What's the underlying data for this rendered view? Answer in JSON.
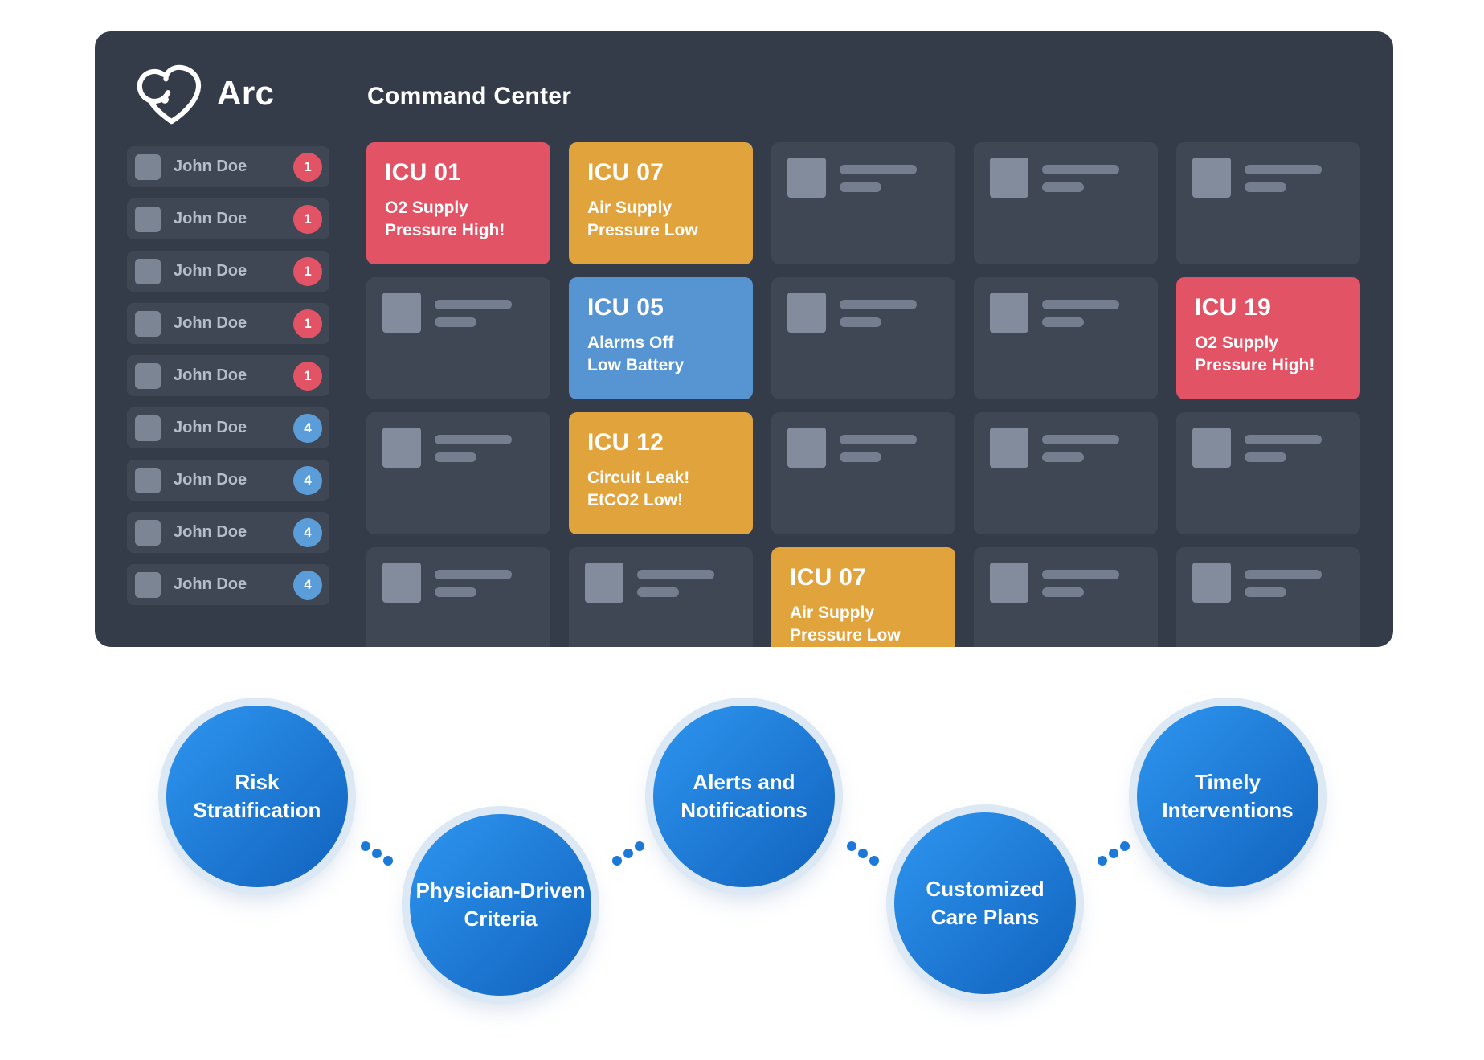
{
  "header": {
    "brand": "Arc",
    "title": "Command Center"
  },
  "sidebar": {
    "patients": [
      {
        "name": "John Doe",
        "count": "1",
        "severity": "red"
      },
      {
        "name": "John Doe",
        "count": "1",
        "severity": "red"
      },
      {
        "name": "John Doe",
        "count": "1",
        "severity": "red"
      },
      {
        "name": "John Doe",
        "count": "1",
        "severity": "red"
      },
      {
        "name": "John Doe",
        "count": "1",
        "severity": "red"
      },
      {
        "name": "John Doe",
        "count": "4",
        "severity": "blue"
      },
      {
        "name": "John Doe",
        "count": "4",
        "severity": "blue"
      },
      {
        "name": "John Doe",
        "count": "4",
        "severity": "blue"
      },
      {
        "name": "John Doe",
        "count": "4",
        "severity": "blue"
      }
    ]
  },
  "grid": {
    "cards": [
      {
        "type": "alert",
        "severity": "red",
        "unit": "ICU 01",
        "message": "O2 Supply\nPressure High!"
      },
      {
        "type": "alert",
        "severity": "amber",
        "unit": "ICU 07",
        "message": "Air Supply\nPressure Low"
      },
      {
        "type": "placeholder"
      },
      {
        "type": "placeholder"
      },
      {
        "type": "placeholder"
      },
      {
        "type": "placeholder"
      },
      {
        "type": "alert",
        "severity": "blue",
        "unit": "ICU 05",
        "message": "Alarms Off\nLow Battery"
      },
      {
        "type": "placeholder"
      },
      {
        "type": "placeholder"
      },
      {
        "type": "alert",
        "severity": "red",
        "unit": "ICU 19",
        "message": "O2 Supply\nPressure High!"
      },
      {
        "type": "placeholder"
      },
      {
        "type": "alert",
        "severity": "amber",
        "unit": "ICU 12",
        "message": "Circuit Leak!\nEtCO2 Low!"
      },
      {
        "type": "placeholder"
      },
      {
        "type": "placeholder"
      },
      {
        "type": "placeholder"
      },
      {
        "type": "placeholder"
      },
      {
        "type": "placeholder"
      },
      {
        "type": "alert",
        "severity": "amber",
        "unit": "ICU 07",
        "message": "Air Supply\nPressure Low"
      },
      {
        "type": "placeholder"
      },
      {
        "type": "placeholder"
      }
    ]
  },
  "process": {
    "steps": [
      {
        "lines": [
          "Risk",
          "Stratification"
        ]
      },
      {
        "lines": [
          "Physician-Driven",
          "Criteria"
        ]
      },
      {
        "lines": [
          "Alerts and",
          "Notifications"
        ]
      },
      {
        "lines": [
          "Customized",
          "Care Plans"
        ]
      },
      {
        "lines": [
          "Timely",
          "Interventions"
        ]
      }
    ]
  },
  "colors": {
    "panel_bg": "#343b49",
    "card_bg": "#3f4654",
    "alert_red": "#e25365",
    "alert_amber": "#e1a33c",
    "alert_blue": "#5694d2",
    "badge_red": "#e25365",
    "badge_blue": "#5b9dd8",
    "circle_light": "#2e96f0",
    "circle_dark": "#1162bd",
    "dot_blue": "#1d79d8",
    "ring": "#dce8f4"
  }
}
